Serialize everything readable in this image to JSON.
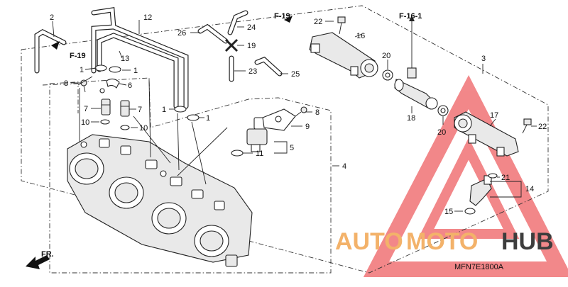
{
  "diagram": {
    "part_numbers": [
      "1",
      "2",
      "3",
      "4",
      "5",
      "6",
      "7",
      "8",
      "9",
      "10",
      "11",
      "12",
      "13",
      "14",
      "15",
      "16",
      "17",
      "18",
      "19",
      "20",
      "21",
      "22",
      "23",
      "24",
      "25",
      "26"
    ],
    "refs": {
      "f19_top": "F-19",
      "f19_left": "F-19",
      "f161": "F-16-1"
    },
    "direction_label": "FR.",
    "diagram_code": "MFN7E1800A",
    "watermark": {
      "part1": "AUTO",
      "part2": "MOTO",
      "part3": "HUB"
    },
    "colors": {
      "watermark_red": "#e8262a",
      "watermark_orange": "#f3b26a",
      "watermark_dark": "#3d3d3d"
    }
  }
}
